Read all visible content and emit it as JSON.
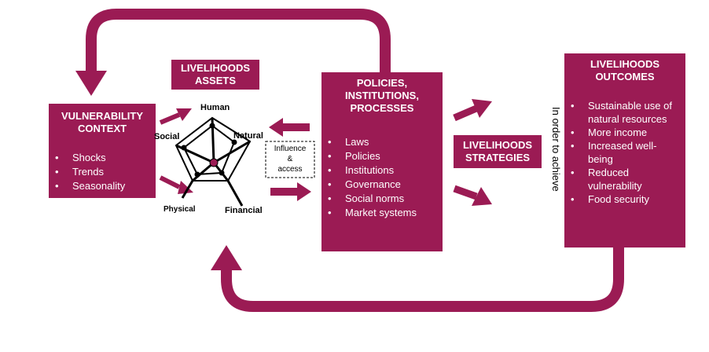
{
  "colors": {
    "primary": "#9b1b54",
    "node": "#9b1b54"
  },
  "vulnerability": {
    "title_line1": "VULNERABILITY",
    "title_line2": "CONTEXT",
    "items": [
      "Shocks",
      "Trends",
      "Seasonality"
    ]
  },
  "assets": {
    "title_line1": "LIVELIHOODS",
    "title_line2": "ASSETS",
    "labels": {
      "human": "Human",
      "social": "Social",
      "natural": "Natural",
      "physical": "Physical",
      "financial": "Financial"
    }
  },
  "policies": {
    "title_line1": "POLICIES,",
    "title_line2": "INSTITUTIONS,",
    "title_line3": "PROCESSES",
    "items": [
      "Laws",
      "Policies",
      "Institutions",
      "Governance",
      "Social norms",
      "Market systems"
    ]
  },
  "influence": {
    "line1": "Influence",
    "line2": "&",
    "line3": "access"
  },
  "strategies": {
    "title_line1": "LIVELIHOODS",
    "title_line2": "STRATEGIES"
  },
  "vertical_text": "In order to achieve",
  "outcomes": {
    "title_line1": "LIVELIHOODS",
    "title_line2": "OUTCOMES",
    "items": [
      "Sustainable use of natural resources",
      "More income",
      "Increased well-being",
      "Reduced vulnerability",
      "Food security"
    ]
  }
}
